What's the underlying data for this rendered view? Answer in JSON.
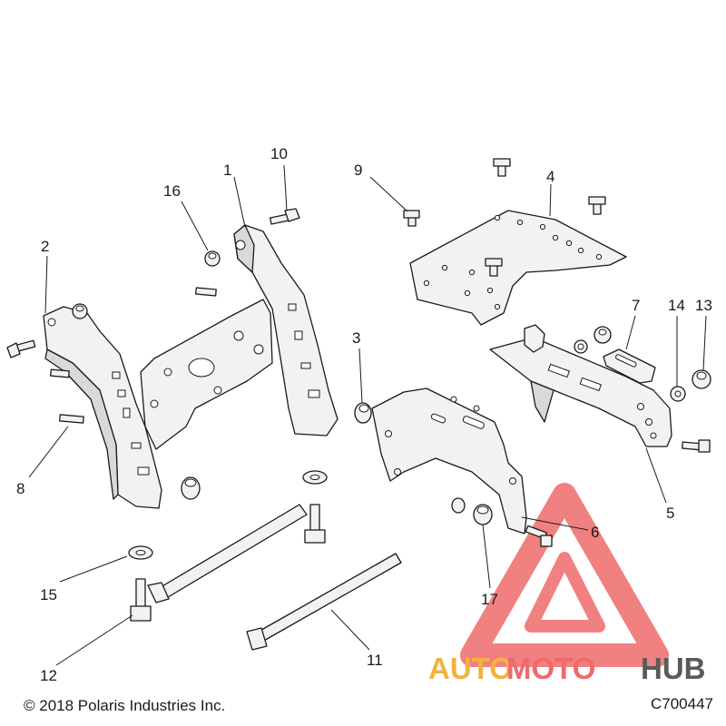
{
  "callouts": [
    {
      "id": "1",
      "label": "1"
    },
    {
      "id": "2",
      "label": "2"
    },
    {
      "id": "3",
      "label": "3"
    },
    {
      "id": "4",
      "label": "4"
    },
    {
      "id": "5",
      "label": "5"
    },
    {
      "id": "6",
      "label": "6"
    },
    {
      "id": "7",
      "label": "7"
    },
    {
      "id": "8",
      "label": "8"
    },
    {
      "id": "9",
      "label": "9"
    },
    {
      "id": "10",
      "label": "10"
    },
    {
      "id": "11",
      "label": "11"
    },
    {
      "id": "12",
      "label": "12"
    },
    {
      "id": "13",
      "label": "13"
    },
    {
      "id": "14",
      "label": "14"
    },
    {
      "id": "15",
      "label": "15"
    },
    {
      "id": "16",
      "label": "16"
    },
    {
      "id": "17",
      "label": "17"
    }
  ],
  "footer": {
    "copyright": "© 2018 Polaris Industries Inc.",
    "figure_code": "C700447"
  },
  "watermark": {
    "text_part1": "AUTO",
    "text_part2": "MOTO",
    "text_part3": "HUB",
    "colors": {
      "orange": "#f2b33d",
      "red": "#ef6a6a",
      "gray": "#5a5a5a"
    }
  }
}
